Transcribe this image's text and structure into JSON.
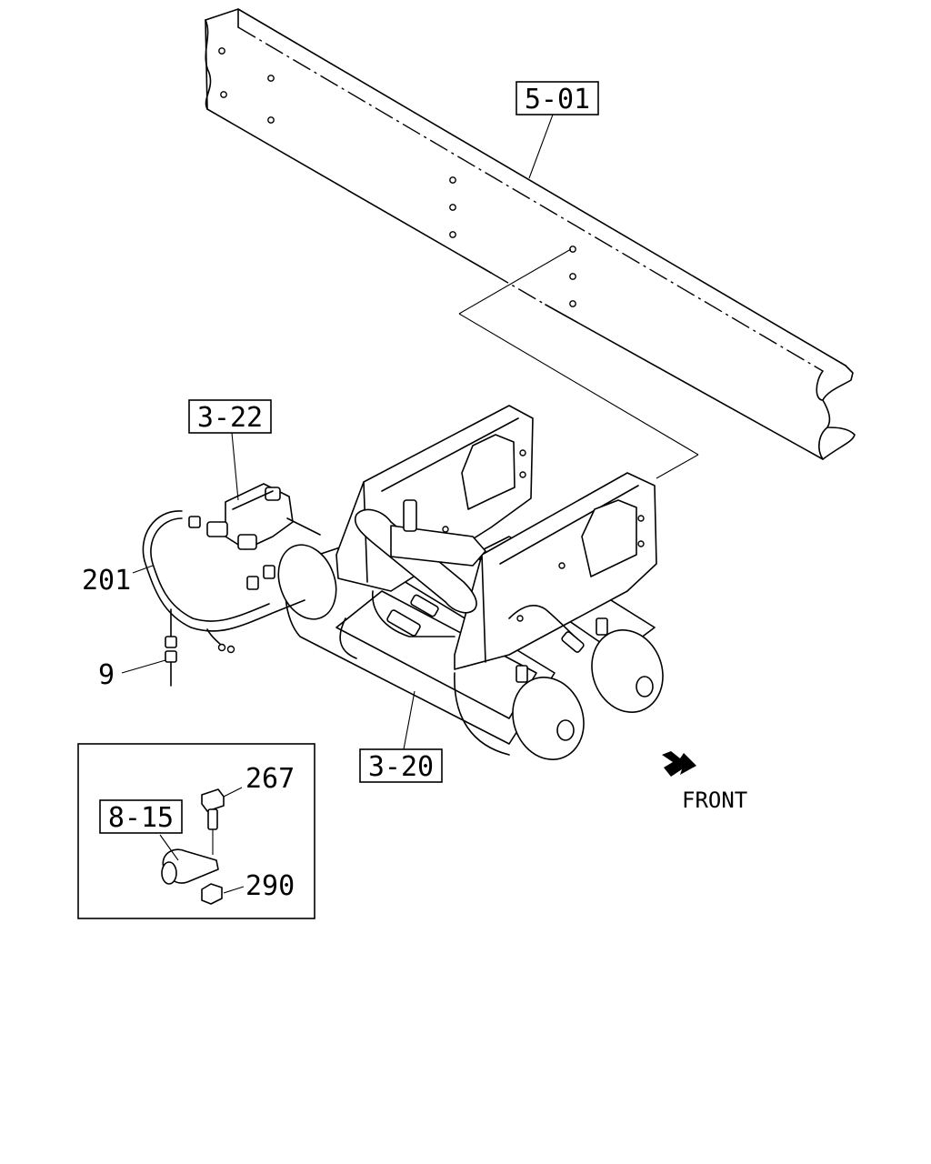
{
  "callouts": {
    "ref_5_01": "5-01",
    "ref_3_22": "3-22",
    "ref_3_20": "3-20",
    "ref_8_15": "8-15",
    "part_201": "201",
    "part_9": "9",
    "part_267": "267",
    "part_290": "290"
  },
  "direction": {
    "label": "FRONT"
  },
  "icons": {
    "arrow": "front-arrow-icon"
  }
}
